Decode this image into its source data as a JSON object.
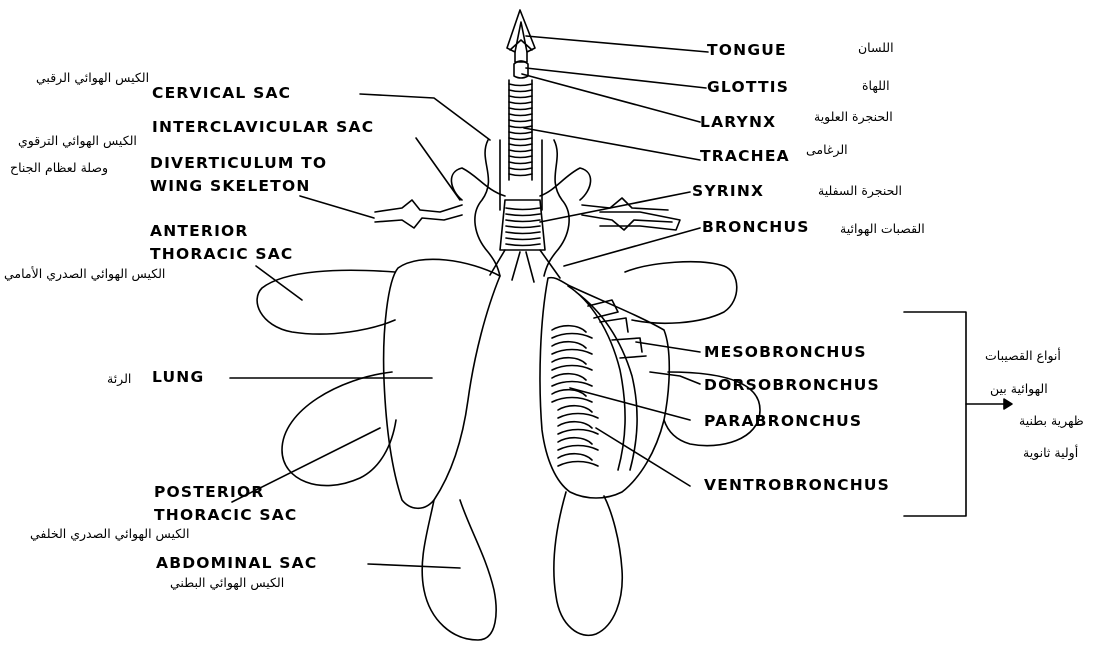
{
  "colors": {
    "ink": "#000000",
    "paper": "#ffffff"
  },
  "labels": {
    "tongue": "TONGUE",
    "glottis": "GLOTTIS",
    "larynx": "LARYNX",
    "trachea": "TRACHEA",
    "syrinx": "SYRINX",
    "bronchus": "BRONCHUS",
    "cervical_sac": "CERVICAL SAC",
    "interclavicular_sac": "INTERCLAVICULAR SAC",
    "diverticulum_1": "DIVERTICULUM TO",
    "diverticulum_2": "WING SKELETON",
    "anterior_1": "ANTERIOR",
    "anterior_2": "THORACIC SAC",
    "lung": "LUNG",
    "posterior_1": "POSTERIOR",
    "posterior_2": "THORACIC SAC",
    "abdominal_sac": "ABDOMINAL SAC",
    "mesobronchus": "MESOBRONCHUS",
    "dorsobronchus": "DORSOBRONCHUS",
    "parabronchus": "PARABRONCHUS",
    "ventrobronchus": "VENTROBRONCHUS"
  },
  "arabic": {
    "tongue": "اللسان",
    "glottis": "اللهاة",
    "larynx": "الحنجرة العلوية",
    "trachea": "الرغامى",
    "syrinx": "الحنجرة السفلية",
    "bronchus": "القصبات الهوائية",
    "cervical_sac": "الكيس الهوائي الرقبي",
    "interclavicular_sac": "الكيس الهوائي الترقوي",
    "diverticulum": "وصلة لعظام الجناح",
    "anterior": "الكيس الهوائي الصدري الأمامي",
    "lung": "الرئة",
    "posterior": "الكيس الهوائي الصدري الخلفي",
    "abdominal": "الكيس الهوائي البطني",
    "bronchi_types_1": "أنواع القصيبات",
    "bronchi_types_2": "الهوائية بين",
    "bronchi_types_3": "ظهرية بطنية",
    "bronchi_types_4": "أولية ثانوية"
  }
}
